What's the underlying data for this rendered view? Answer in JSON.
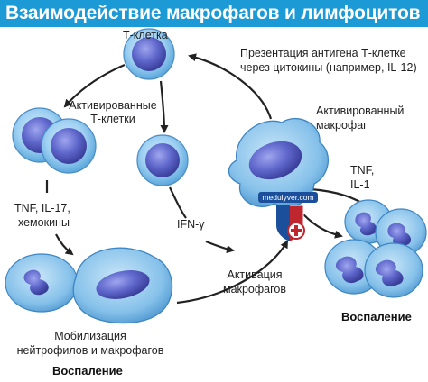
{
  "title": "Взаимодействие макрофагов и лимфоцитов",
  "labels": {
    "t_cell": "Т-клетка",
    "activated_t_cells_1": "Активированные",
    "activated_t_cells_2": "Т-клетки",
    "presentation_1": "Презентация антигена Т-клетке",
    "presentation_2": "через цитокины (например, IL-12)",
    "activated_macrophage_1": "Активированный",
    "activated_macrophage_2": "макрофаг",
    "tnf_il1_1": "TNF,",
    "tnf_il1_2": "IL-1",
    "tnf_il17_1": "TNF, IL-17,",
    "tnf_il17_2": "хемокины",
    "ifn": "IFN-γ",
    "macro_activation_1": "Активация",
    "macro_activation_2": "макрофагов",
    "mobilization_1": "Мобилизация",
    "mobilization_2": "нейтрофилов и макрофагов",
    "inflammation_left": "Воспаление",
    "inflammation_right": "Воспаление"
  },
  "watermark": "medulyver.com",
  "colors": {
    "title_bg": "#1c9ad6",
    "cell_outer": "#8fc9f0",
    "cell_nucleus": "#5a63c4",
    "arrow": "#222222"
  }
}
